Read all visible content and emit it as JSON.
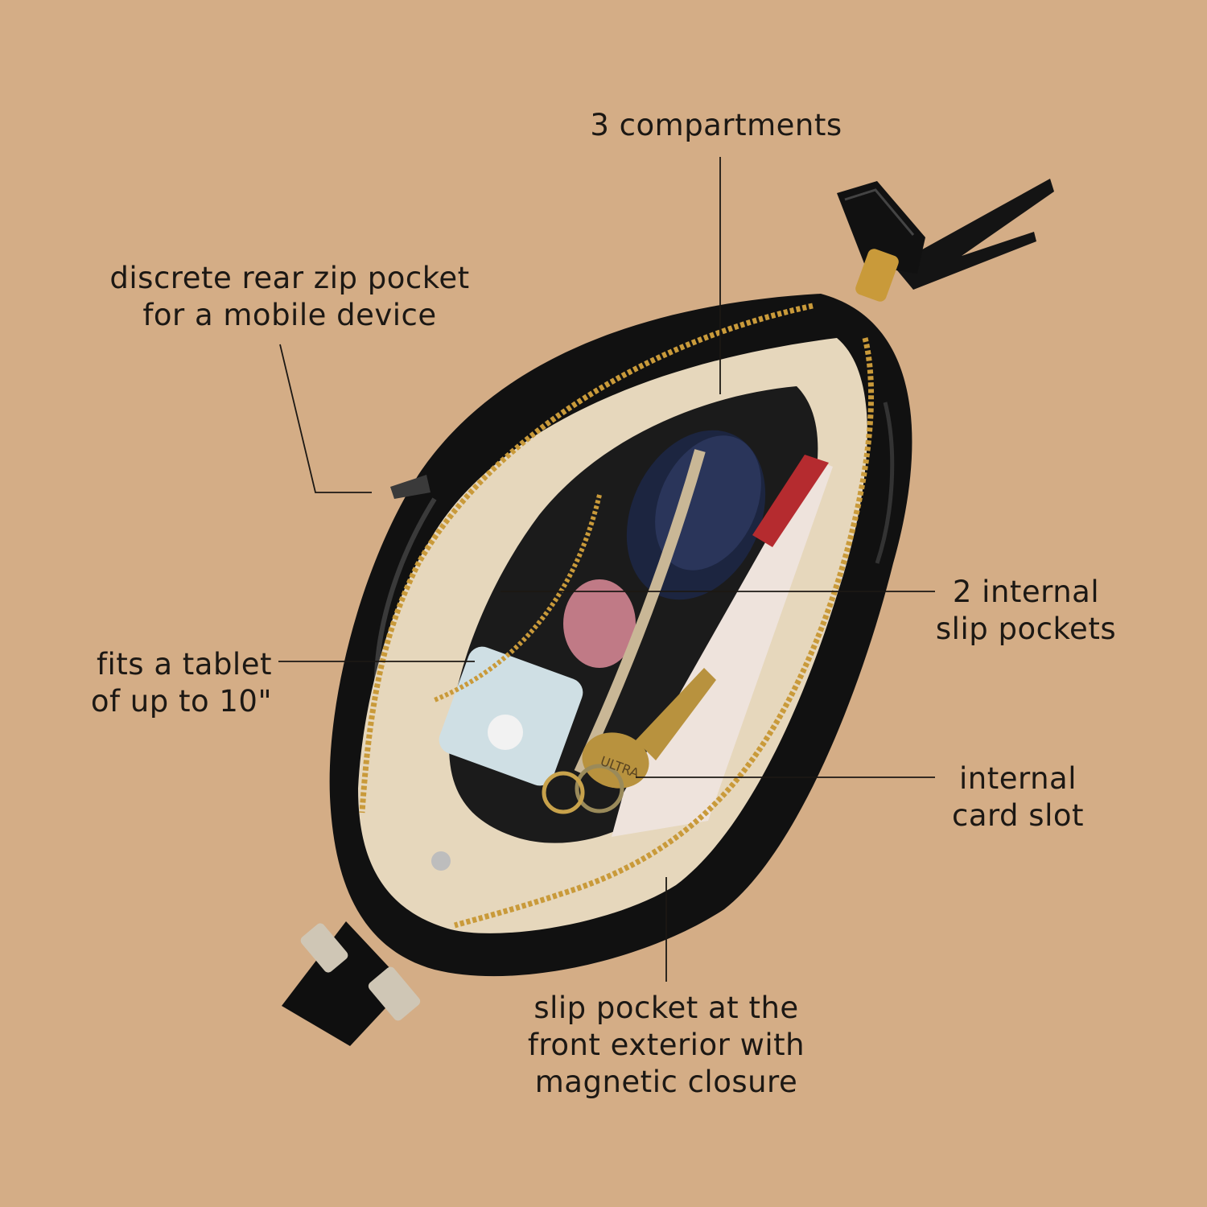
{
  "colors": {
    "background": "#d4ad86",
    "leather": "#111111",
    "lining": "#e6d7bc",
    "zipper": "#c99a3a",
    "text": "#1c1814"
  },
  "callouts": {
    "compartments": {
      "line1": "3 compartments"
    },
    "rear_pocket": {
      "line1": "discrete rear zip pocket",
      "line2": "for a mobile device"
    },
    "slip_pockets": {
      "line1": "2 internal",
      "line2": "slip pockets"
    },
    "tablet": {
      "line1": "fits a tablet",
      "line2": "of up to 10\""
    },
    "card_slot": {
      "line1": "internal",
      "line2": "card slot"
    },
    "front_pocket": {
      "line1": "slip pocket at the",
      "line2": "front exterior with",
      "line3": "magnetic closure"
    }
  },
  "photo": {
    "subject": "black-leather-crossbody-bag-open-top-view",
    "key_tag": "ULTRA"
  }
}
